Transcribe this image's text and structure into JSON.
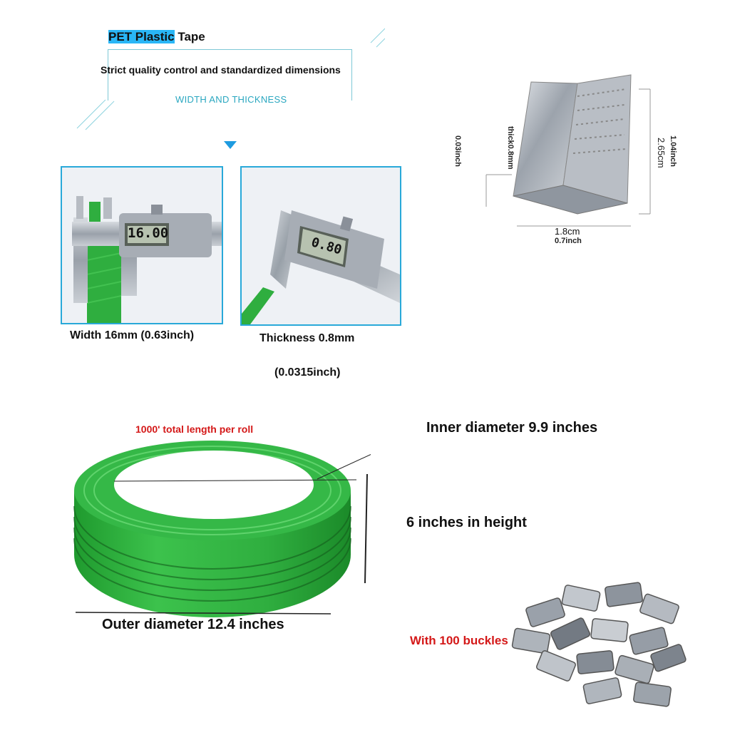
{
  "header": {
    "title_part1": "PET Plastic",
    "title_part2": " Tape",
    "subtitle": "Strict quality control and standardized dimensions",
    "section_label": "WIDTH AND THICKNESS"
  },
  "caliper_width": {
    "display": "16.00",
    "caption": "Width 16mm (0.63inch)"
  },
  "caliper_thickness": {
    "display": "0.80",
    "caption": "Thickness 0.8mm",
    "caption_line2": "(0.0315inch)"
  },
  "buckle_diagram": {
    "thick": "thick0.8mm",
    "thick_inch": "0.03inch",
    "height_cm": "2.65cm",
    "height_inch": "1.04inch",
    "width_cm": "1.8cm",
    "width_inch": "0.7inch"
  },
  "roll": {
    "length_note": "1000' total length per roll",
    "inner_diameter": "Inner diameter 9.9 inches",
    "height": "6 inches in height",
    "outer_diameter": "Outer diameter 12.4 inches"
  },
  "buckles": {
    "label": "With 100 buckles"
  },
  "colors": {
    "accent_blue": "#29a9d9",
    "strap_green": "#2fae3f",
    "label_red": "#d41818"
  }
}
